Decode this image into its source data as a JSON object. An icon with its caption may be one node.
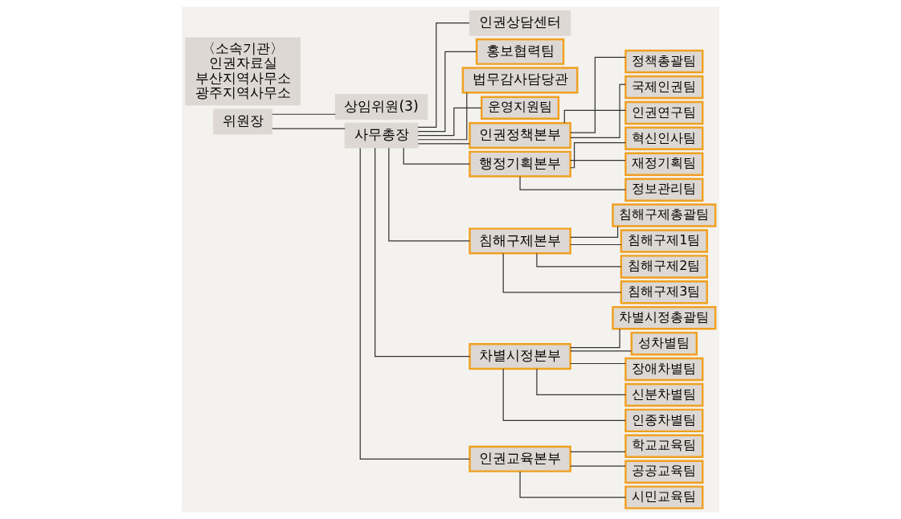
{
  "diagram": {
    "nodes": [
      {
        "text": [
          "위원장"
        ]
      },
      {
        "text": [
          "상임위원(3)"
        ]
      },
      {
        "text": [
          "사무총장"
        ]
      },
      {
        "text": [
          "인권상담센터"
        ]
      },
      {
        "text": [
          "홍보협력팀"
        ]
      },
      {
        "text": [
          "법무감사담당관"
        ]
      },
      {
        "text": [
          "운영지원팀"
        ]
      },
      {
        "text": [
          "인권정책본부"
        ]
      },
      {
        "text": [
          "정책총괄팀"
        ]
      },
      {
        "text": [
          "국제인권팀"
        ]
      },
      {
        "text": [
          "인권연구팀"
        ]
      },
      {
        "text": [
          "행정기획본부"
        ]
      },
      {
        "text": [
          "혁신인사팀"
        ]
      },
      {
        "text": [
          "재정기획팀"
        ]
      },
      {
        "text": [
          "정보관리팀"
        ]
      },
      {
        "text": [
          "침해구제본부"
        ]
      },
      {
        "text": [
          "침해구제총괄팀"
        ]
      },
      {
        "text": [
          "침해구제1팀"
        ]
      },
      {
        "text": [
          "침해구제2팀"
        ]
      },
      {
        "text": [
          "침해구제3팀"
        ]
      },
      {
        "text": [
          "차별시정본부"
        ]
      },
      {
        "text": [
          "차별시정총괄팀"
        ]
      },
      {
        "text": [
          "성차별팀"
        ]
      },
      {
        "text": [
          "장애차별팀"
        ]
      },
      {
        "text": [
          "신분차별팀"
        ]
      },
      {
        "text": [
          "인종차별팀"
        ]
      },
      {
        "text": [
          "인권교육본부"
        ]
      },
      {
        "text": [
          "학교교육팀"
        ]
      },
      {
        "text": [
          "공공교육팀"
        ]
      },
      {
        "text": [
          "시민교육팀"
        ]
      },
      {
        "text": [
          "〈소속기관〉",
          "인권자료실",
          "부산지역사무소",
          "광주지역사무소"
        ]
      }
    ],
    "edges": [
      {
        "from": 0,
        "to": 1,
        "arrow": "none"
      },
      {
        "from": 0,
        "to": 2,
        "arrow": "none"
      },
      {
        "from": 2,
        "to": 3,
        "arrow": "none"
      },
      {
        "from": 2,
        "to": 4,
        "arrow": "none"
      },
      {
        "from": 2,
        "to": 5,
        "arrow": "none"
      },
      {
        "from": 2,
        "to": 6,
        "arrow": "none"
      },
      {
        "from": 2,
        "to": 7,
        "arrow": "none"
      },
      {
        "from": 2,
        "to": 11,
        "arrow": "none"
      },
      {
        "from": 2,
        "to": 15,
        "arrow": "none"
      },
      {
        "from": 2,
        "to": 20,
        "arrow": "none"
      },
      {
        "from": 2,
        "to": 26,
        "arrow": "none"
      },
      {
        "from": 7,
        "to": 8,
        "arrow": "none"
      },
      {
        "from": 7,
        "to": 9,
        "arrow": "none"
      },
      {
        "from": 7,
        "to": 10,
        "arrow": "none"
      },
      {
        "from": 11,
        "to": 12,
        "arrow": "none"
      },
      {
        "from": 11,
        "to": 13,
        "arrow": "none"
      },
      {
        "from": 11,
        "to": 14,
        "arrow": "none"
      },
      {
        "from": 15,
        "to": 16,
        "arrow": "none"
      },
      {
        "from": 15,
        "to": 17,
        "arrow": "none"
      },
      {
        "from": 15,
        "to": 18,
        "arrow": "none"
      },
      {
        "from": 15,
        "to": 19,
        "arrow": "none"
      },
      {
        "from": 20,
        "to": 21,
        "arrow": "none"
      },
      {
        "from": 20,
        "to": 22,
        "arrow": "none"
      },
      {
        "from": 20,
        "to": 23,
        "arrow": "none"
      },
      {
        "from": 20,
        "to": 24,
        "arrow": "none"
      },
      {
        "from": 20,
        "to": 25,
        "arrow": "none"
      },
      {
        "from": 26,
        "to": 27,
        "arrow": "none"
      },
      {
        "from": 26,
        "to": 28,
        "arrow": "none"
      },
      {
        "from": 26,
        "to": 29,
        "arrow": "none"
      }
    ]
  }
}
